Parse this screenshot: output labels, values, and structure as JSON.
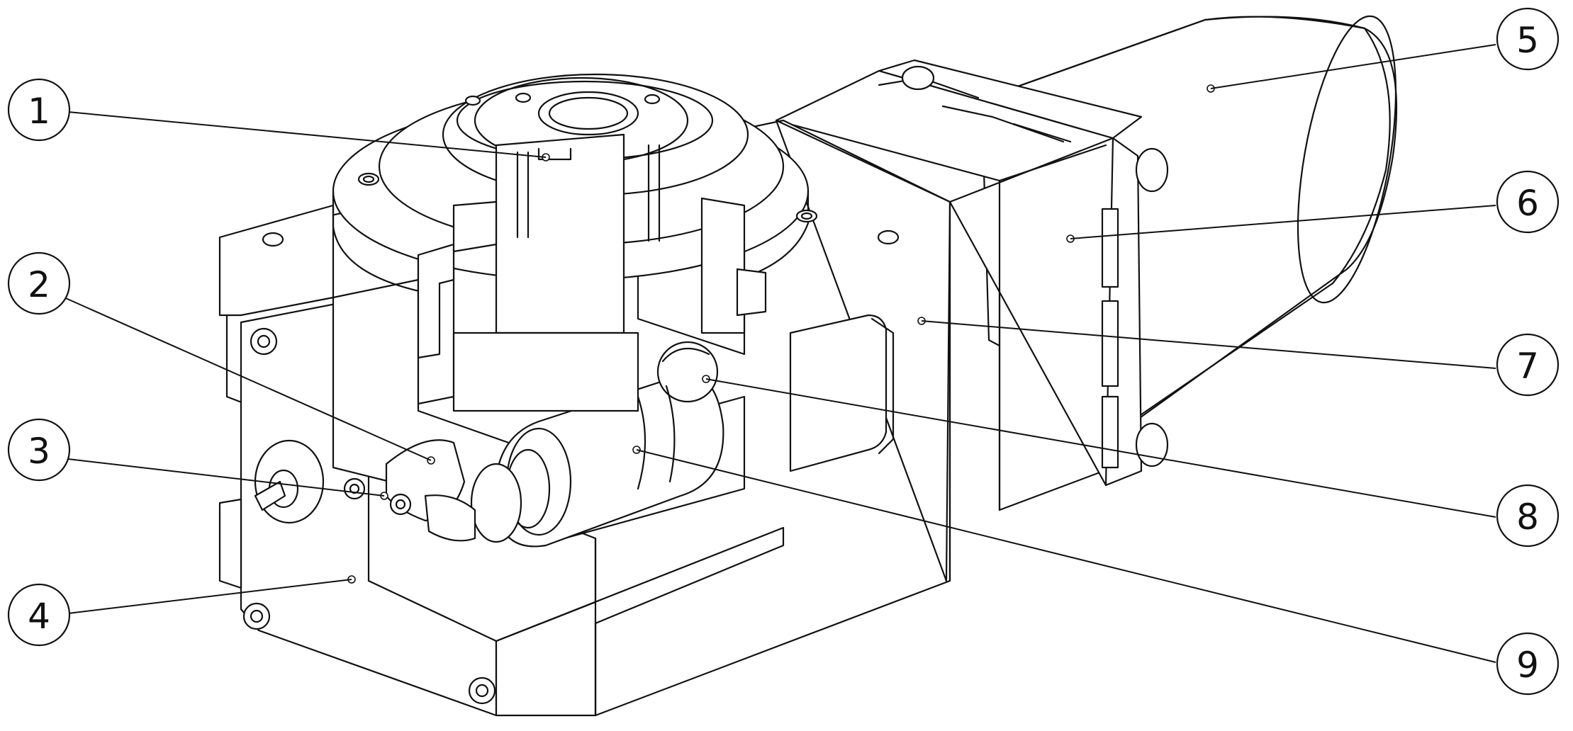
{
  "figure": {
    "background": "#ffffff",
    "line_color": "#111111",
    "callouts": [
      {
        "id": "1",
        "label": "1"
      },
      {
        "id": "2",
        "label": "2"
      },
      {
        "id": "3",
        "label": "3"
      },
      {
        "id": "4",
        "label": "4"
      },
      {
        "id": "5",
        "label": "5"
      },
      {
        "id": "6",
        "label": "6"
      },
      {
        "id": "7",
        "label": "7"
      },
      {
        "id": "8",
        "label": "8"
      },
      {
        "id": "9",
        "label": "9"
      }
    ]
  }
}
